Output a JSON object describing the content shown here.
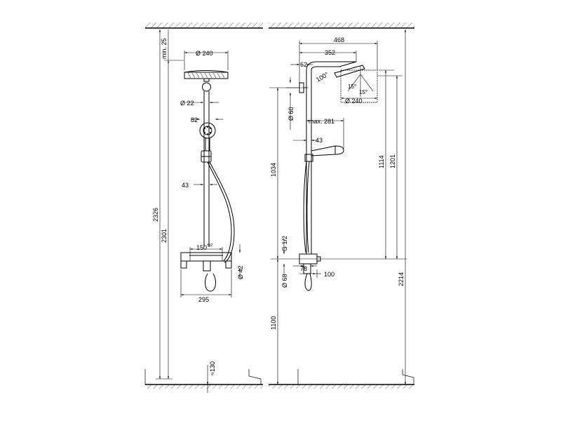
{
  "left_view": {
    "head_diameter": "Ø 240",
    "ceiling_min": "min. 25",
    "arm_diameter": "Ø 22",
    "handshower_width": "82",
    "holder_offset": "43",
    "total_height": "2326",
    "rail_height": "2301",
    "mixer_centres": "150",
    "mixer_centres_tol": "±12",
    "mixer_diameter": "Ø 42",
    "mixer_width": "295",
    "floor_gap": "≈130"
  },
  "right_view": {
    "overall_projection": "468",
    "arm_projection": "352",
    "wall_offset": "62",
    "swivel_angle": "100°",
    "tilt_left": "15°",
    "tilt_right": "15°",
    "head_diameter": "Ø 240",
    "rail_diameter": "Ø 60",
    "hose_max": "max. 281",
    "holder_offset": "43",
    "rail_length": "1034",
    "head_height_1": "1114",
    "head_height_2": "1201",
    "total_height": "2214",
    "connection_thread": "G 1/2",
    "mixer_height": "1100",
    "outlet_diameter": "Ø 68",
    "mixer_depth": "78",
    "mixer_projection": "100"
  }
}
